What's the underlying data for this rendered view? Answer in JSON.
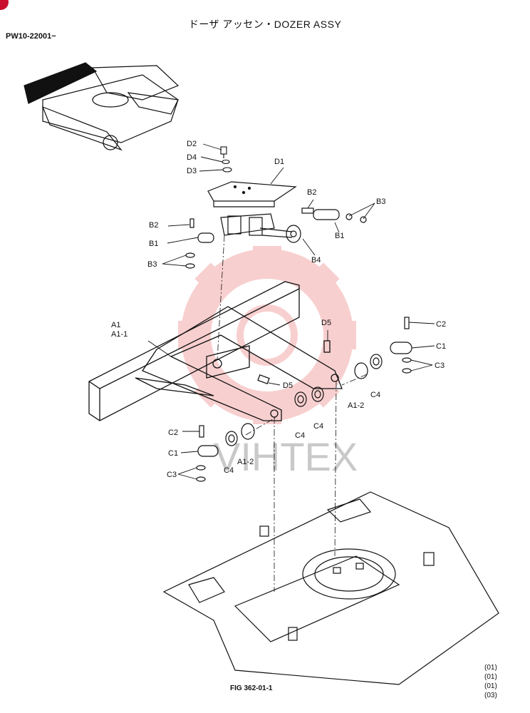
{
  "header": {
    "title": "ドーザ アッセン・DOZER ASSY",
    "serial": "PW10-22001−"
  },
  "footer": {
    "figure_number": "FIG 362-01-1",
    "codes": [
      "(01)",
      "(01)",
      "(01)",
      "(03)"
    ]
  },
  "watermark": {
    "text": "VIHTEX",
    "logo": "gear-logo"
  },
  "labels": {
    "D2": "D2",
    "D4": "D4",
    "D3": "D3",
    "D1": "D1",
    "B2_top": "B2",
    "B3_top": "B3",
    "B2_left": "B2",
    "B1_left": "B1",
    "B1_right": "B1",
    "B4": "B4",
    "B3_left": "B3",
    "A1": "A1",
    "A1_1": "A1-1",
    "D5_top": "D5",
    "D5_mid": "D5",
    "C2_right": "C2",
    "C1_right": "C1",
    "C3_right": "C3",
    "A1_2_right": "A1-2",
    "C4_right": "C4",
    "C4_mid1": "C4",
    "C4_mid2": "C4",
    "C2_left": "C2",
    "C1_left": "C1",
    "C4_left": "C4",
    "A1_2_left": "A1-2",
    "C3_left": "C3"
  },
  "colors": {
    "line": "#111111",
    "watermark": "#f7c9c9",
    "badge": "#c8102e"
  }
}
